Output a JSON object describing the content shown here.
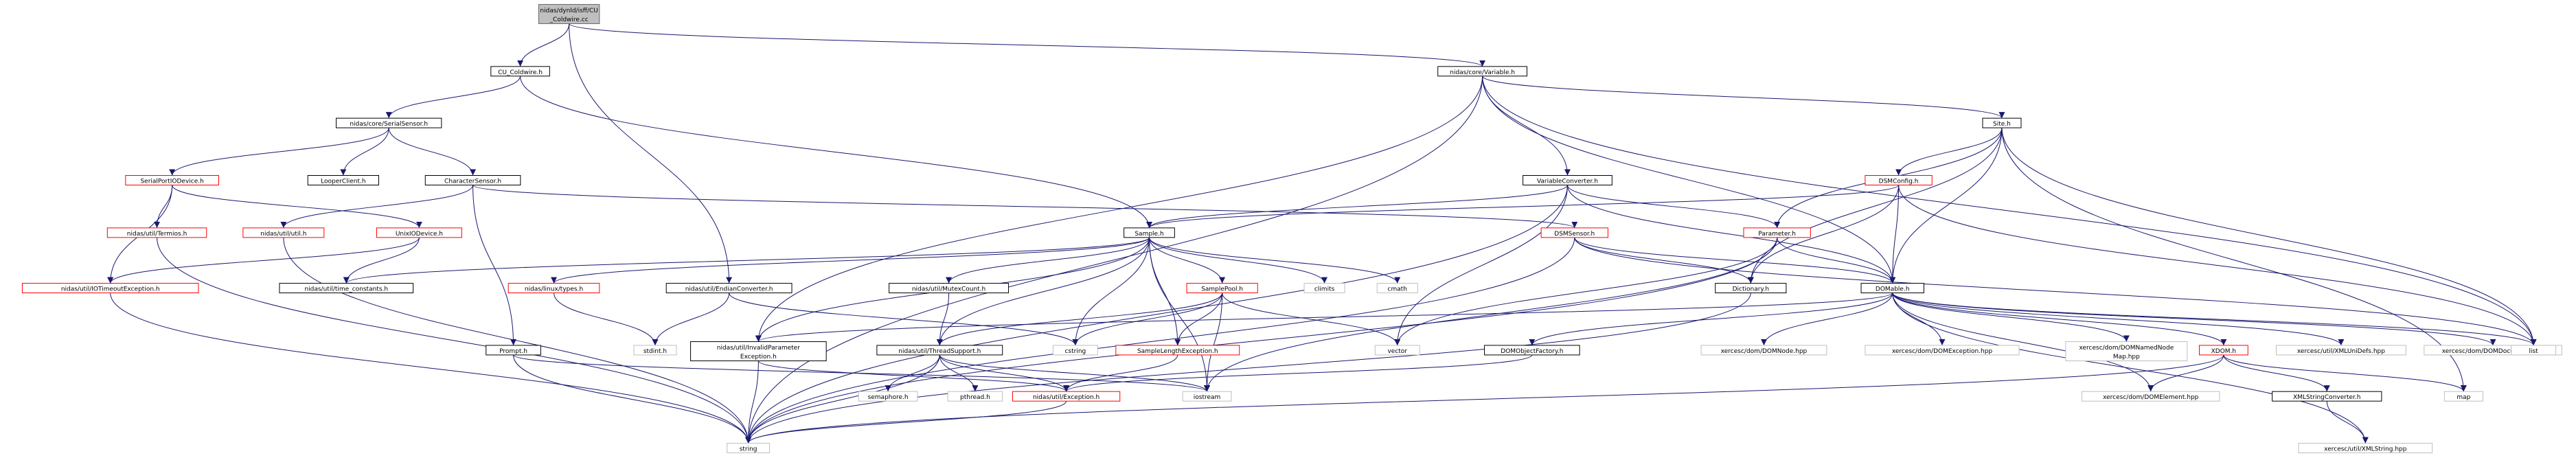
{
  "graph": {
    "nodes": [
      {
        "id": "root",
        "lines": [
          "nidas/dynld/isff/CU",
          "_Coldwire.cc"
        ],
        "color": "#666666",
        "fill": "#bfbfbf"
      },
      {
        "id": "cu_coldwire",
        "lines": [
          "CU_Coldwire.h"
        ],
        "color": "#000000",
        "fill": "#ffffff"
      },
      {
        "id": "variable",
        "lines": [
          "nidas/core/Variable.h"
        ],
        "color": "#000000",
        "fill": "#ffffff"
      },
      {
        "id": "serialsensor",
        "lines": [
          "nidas/core/SerialSensor.h"
        ],
        "color": "#000000",
        "fill": "#ffffff"
      },
      {
        "id": "site",
        "lines": [
          "Site.h"
        ],
        "color": "#000000",
        "fill": "#ffffff"
      },
      {
        "id": "serialportio",
        "lines": [
          "SerialPortIODevice.h"
        ],
        "color": "#ff0000",
        "fill": "#ffffff"
      },
      {
        "id": "looperclient",
        "lines": [
          "LooperClient.h"
        ],
        "color": "#000000",
        "fill": "#ffffff"
      },
      {
        "id": "charactersensor",
        "lines": [
          "CharacterSensor.h"
        ],
        "color": "#000000",
        "fill": "#ffffff"
      },
      {
        "id": "dsmconfig",
        "lines": [
          "DSMConfig.h"
        ],
        "color": "#ff0000",
        "fill": "#ffffff"
      },
      {
        "id": "variableconverter",
        "lines": [
          "VariableConverter.h"
        ],
        "color": "#000000",
        "fill": "#ffffff"
      },
      {
        "id": "termios",
        "lines": [
          "nidas/util/Termios.h"
        ],
        "color": "#ff0000",
        "fill": "#ffffff"
      },
      {
        "id": "utilh",
        "lines": [
          "nidas/util/util.h"
        ],
        "color": "#ff0000",
        "fill": "#ffffff"
      },
      {
        "id": "unixio",
        "lines": [
          "UnixIODevice.h"
        ],
        "color": "#ff0000",
        "fill": "#ffffff"
      },
      {
        "id": "sample",
        "lines": [
          "Sample.h"
        ],
        "color": "#000000",
        "fill": "#ffffff"
      },
      {
        "id": "dsmsensor",
        "lines": [
          "DSMSensor.h"
        ],
        "color": "#ff0000",
        "fill": "#ffffff"
      },
      {
        "id": "parameter",
        "lines": [
          "Parameter.h"
        ],
        "color": "#ff0000",
        "fill": "#ffffff"
      },
      {
        "id": "iotimeout",
        "lines": [
          "nidas/util/IOTimeoutException.h"
        ],
        "color": "#ff0000",
        "fill": "#ffffff"
      },
      {
        "id": "timeconst",
        "lines": [
          "nidas/util/time_constants.h"
        ],
        "color": "#000000",
        "fill": "#ffffff"
      },
      {
        "id": "linuxtypes",
        "lines": [
          "nidas/linux/types.h"
        ],
        "color": "#ff0000",
        "fill": "#ffffff"
      },
      {
        "id": "endian",
        "lines": [
          "nidas/util/EndianConverter.h"
        ],
        "color": "#000000",
        "fill": "#ffffff"
      },
      {
        "id": "mutexcount",
        "lines": [
          "nidas/util/MutexCount.h"
        ],
        "color": "#000000",
        "fill": "#ffffff"
      },
      {
        "id": "samplepool",
        "lines": [
          "SamplePool.h"
        ],
        "color": "#ff0000",
        "fill": "#ffffff"
      },
      {
        "id": "climits",
        "lines": [
          "climits"
        ],
        "color": "#bfbfbf",
        "fill": "#ffffff"
      },
      {
        "id": "cmath",
        "lines": [
          "cmath"
        ],
        "color": "#bfbfbf",
        "fill": "#ffffff"
      },
      {
        "id": "dictionary",
        "lines": [
          "Dictionary.h"
        ],
        "color": "#000000",
        "fill": "#ffffff"
      },
      {
        "id": "domable",
        "lines": [
          "DOMable.h"
        ],
        "color": "#000000",
        "fill": "#ffffff"
      },
      {
        "id": "prompt",
        "lines": [
          "Prompt.h"
        ],
        "color": "#000000",
        "fill": "#ffffff"
      },
      {
        "id": "stdint",
        "lines": [
          "stdint.h"
        ],
        "color": "#bfbfbf",
        "fill": "#ffffff"
      },
      {
        "id": "invalidparam",
        "lines": [
          "nidas/util/InvalidParameter",
          "Exception.h"
        ],
        "color": "#000000",
        "fill": "#ffffff"
      },
      {
        "id": "threadsupport",
        "lines": [
          "nidas/util/ThreadSupport.h"
        ],
        "color": "#000000",
        "fill": "#ffffff"
      },
      {
        "id": "cstring",
        "lines": [
          "cstring"
        ],
        "color": "#bfbfbf",
        "fill": "#ffffff"
      },
      {
        "id": "samplelength",
        "lines": [
          "SampleLengthException.h"
        ],
        "color": "#ff0000",
        "fill": "#ffffff"
      },
      {
        "id": "vector",
        "lines": [
          "vector"
        ],
        "color": "#bfbfbf",
        "fill": "#ffffff"
      },
      {
        "id": "domobjectfactory",
        "lines": [
          "DOMObjectFactory.h"
        ],
        "color": "#000000",
        "fill": "#ffffff"
      },
      {
        "id": "domnode",
        "lines": [
          "xercesc/dom/DOMNode.hpp"
        ],
        "color": "#bfbfbf",
        "fill": "#ffffff"
      },
      {
        "id": "domexception",
        "lines": [
          "xercesc/dom/DOMException.hpp"
        ],
        "color": "#bfbfbf",
        "fill": "#ffffff"
      },
      {
        "id": "domnamednode",
        "lines": [
          "xercesc/dom/DOMNamedNode",
          "Map.hpp"
        ],
        "color": "#bfbfbf",
        "fill": "#ffffff"
      },
      {
        "id": "xdom",
        "lines": [
          "XDOM.h"
        ],
        "color": "#ff0000",
        "fill": "#ffffff"
      },
      {
        "id": "xmlunidefs",
        "lines": [
          "xercesc/util/XMLUniDefs.hpp"
        ],
        "color": "#bfbfbf",
        "fill": "#ffffff"
      },
      {
        "id": "domdocument",
        "lines": [
          "xercesc/dom/DOMDocument.hpp"
        ],
        "color": "#bfbfbf",
        "fill": "#ffffff"
      },
      {
        "id": "list",
        "lines": [
          "list"
        ],
        "color": "#bfbfbf",
        "fill": "#ffffff"
      },
      {
        "id": "semaphore",
        "lines": [
          "semaphore.h"
        ],
        "color": "#bfbfbf",
        "fill": "#ffffff"
      },
      {
        "id": "pthread",
        "lines": [
          "pthread.h"
        ],
        "color": "#bfbfbf",
        "fill": "#ffffff"
      },
      {
        "id": "exception",
        "lines": [
          "nidas/util/Exception.h"
        ],
        "color": "#ff0000",
        "fill": "#ffffff"
      },
      {
        "id": "iostream",
        "lines": [
          "iostream"
        ],
        "color": "#bfbfbf",
        "fill": "#ffffff"
      },
      {
        "id": "domelement",
        "lines": [
          "xercesc/dom/DOMElement.hpp"
        ],
        "color": "#bfbfbf",
        "fill": "#ffffff"
      },
      {
        "id": "xmlstringconverter",
        "lines": [
          "XMLStringConverter.h"
        ],
        "color": "#000000",
        "fill": "#ffffff"
      },
      {
        "id": "map",
        "lines": [
          "map"
        ],
        "color": "#bfbfbf",
        "fill": "#ffffff"
      },
      {
        "id": "string",
        "lines": [
          "string"
        ],
        "color": "#bfbfbf",
        "fill": "#ffffff"
      },
      {
        "id": "xmlstring",
        "lines": [
          "xercesc/util/XMLString.hpp"
        ],
        "color": "#bfbfbf",
        "fill": "#ffffff"
      }
    ],
    "edges": [
      [
        "root",
        "cu_coldwire"
      ],
      [
        "root",
        "variable"
      ],
      [
        "root",
        "endian"
      ],
      [
        "cu_coldwire",
        "serialsensor"
      ],
      [
        "cu_coldwire",
        "sample"
      ],
      [
        "serialsensor",
        "serialportio"
      ],
      [
        "serialsensor",
        "looperclient"
      ],
      [
        "serialsensor",
        "charactersensor"
      ],
      [
        "serialportio",
        "termios"
      ],
      [
        "serialportio",
        "unixio"
      ],
      [
        "serialportio",
        "iotimeout"
      ],
      [
        "termios",
        "string"
      ],
      [
        "unixio",
        "iotimeout"
      ],
      [
        "unixio",
        "timeconst"
      ],
      [
        "iotimeout",
        "string"
      ],
      [
        "utilh",
        "string"
      ],
      [
        "charactersensor",
        "utilh"
      ],
      [
        "charactersensor",
        "dsmsensor"
      ],
      [
        "charactersensor",
        "prompt"
      ],
      [
        "prompt",
        "string"
      ],
      [
        "prompt",
        "iostream"
      ],
      [
        "variable",
        "site"
      ],
      [
        "variable",
        "variableconverter"
      ],
      [
        "variable",
        "domable"
      ],
      [
        "variable",
        "string"
      ],
      [
        "variable",
        "invalidparam"
      ],
      [
        "variable",
        "list"
      ],
      [
        "site",
        "dsmconfig"
      ],
      [
        "site",
        "parameter"
      ],
      [
        "site",
        "dictionary"
      ],
      [
        "site",
        "domable"
      ],
      [
        "site",
        "list"
      ],
      [
        "site",
        "map"
      ],
      [
        "dsmconfig",
        "sample"
      ],
      [
        "dsmconfig",
        "dictionary"
      ],
      [
        "dsmconfig",
        "domable"
      ],
      [
        "dsmconfig",
        "list"
      ],
      [
        "variableconverter",
        "sample"
      ],
      [
        "variableconverter",
        "parameter"
      ],
      [
        "variableconverter",
        "domable"
      ],
      [
        "variableconverter",
        "vector"
      ],
      [
        "variableconverter",
        "string"
      ],
      [
        "sample",
        "timeconst"
      ],
      [
        "sample",
        "linuxtypes"
      ],
      [
        "sample",
        "mutexcount"
      ],
      [
        "sample",
        "samplepool"
      ],
      [
        "sample",
        "climits"
      ],
      [
        "sample",
        "cmath"
      ],
      [
        "sample",
        "invalidparam"
      ],
      [
        "sample",
        "threadsupport"
      ],
      [
        "sample",
        "cstring"
      ],
      [
        "sample",
        "samplelength"
      ],
      [
        "sample",
        "iostream"
      ],
      [
        "linuxtypes",
        "stdint"
      ],
      [
        "endian",
        "stdint"
      ],
      [
        "endian",
        "cstring"
      ],
      [
        "mutexcount",
        "threadsupport"
      ],
      [
        "samplepool",
        "threadsupport"
      ],
      [
        "samplepool",
        "samplelength"
      ],
      [
        "samplepool",
        "vector"
      ],
      [
        "samplepool",
        "iostream"
      ],
      [
        "samplepool",
        "cstring"
      ],
      [
        "dsmsensor",
        "dictionary"
      ],
      [
        "dsmsensor",
        "domable"
      ],
      [
        "dsmsensor",
        "string"
      ],
      [
        "dsmsensor",
        "list"
      ],
      [
        "parameter",
        "domable"
      ],
      [
        "parameter",
        "vector"
      ],
      [
        "parameter",
        "iostream"
      ],
      [
        "parameter",
        "string"
      ],
      [
        "dictionary",
        "string"
      ],
      [
        "domable",
        "domobjectfactory"
      ],
      [
        "domable",
        "domnode"
      ],
      [
        "domable",
        "domexception"
      ],
      [
        "domable",
        "domnamednode"
      ],
      [
        "domable",
        "xdom"
      ],
      [
        "domable",
        "xmlunidefs"
      ],
      [
        "domable",
        "domdocument"
      ],
      [
        "domable",
        "list"
      ],
      [
        "domable",
        "domelement"
      ],
      [
        "domable",
        "xmlstring"
      ],
      [
        "domable",
        "invalidparam"
      ],
      [
        "domobjectfactory",
        "exception"
      ],
      [
        "xdom",
        "domelement"
      ],
      [
        "xdom",
        "xmlstringconverter"
      ],
      [
        "xdom",
        "map"
      ],
      [
        "xdom",
        "string"
      ],
      [
        "xmlstringconverter",
        "xmlstring"
      ],
      [
        "invalidparam",
        "exception"
      ],
      [
        "invalidparam",
        "string"
      ],
      [
        "threadsupport",
        "semaphore"
      ],
      [
        "threadsupport",
        "pthread"
      ],
      [
        "threadsupport",
        "exception"
      ],
      [
        "threadsupport",
        "string"
      ],
      [
        "threadsupport",
        "iostream"
      ],
      [
        "samplelength",
        "exception"
      ],
      [
        "exception",
        "string"
      ]
    ]
  }
}
